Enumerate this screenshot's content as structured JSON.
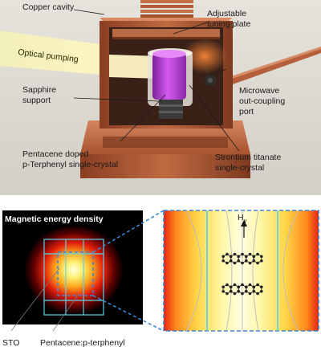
{
  "top_panel": {
    "labels": {
      "copper_cavity": "Copper cavity",
      "tuning_plate_1": "Adjustable",
      "tuning_plate_2": "tuning plate",
      "optical_pumping": "Optical pumping",
      "sapphire_1": "Sapphire",
      "sapphire_2": "support",
      "microwave_1": "Microwave",
      "microwave_2": "out-coupling",
      "microwave_3": "port",
      "pentacene_1": "Pentacene doped",
      "pentacene_2": "p-Terphenyl single-crystal",
      "strontium_1": "Strontium titanate",
      "strontium_2": "single-crystal"
    }
  },
  "bottom_panel": {
    "left": {
      "title": "Magnetic energy density",
      "label_sto": "STO",
      "label_pentacene": "Pentacene:p-terphenyl"
    },
    "right": {
      "field_label": "H",
      "field_subscript": "y"
    }
  },
  "colors": {
    "copper": "#b5603a",
    "crystal": "#b93ad6",
    "outline_cyan": "#5ad2e8",
    "dash_blue": "#3b86d6"
  }
}
